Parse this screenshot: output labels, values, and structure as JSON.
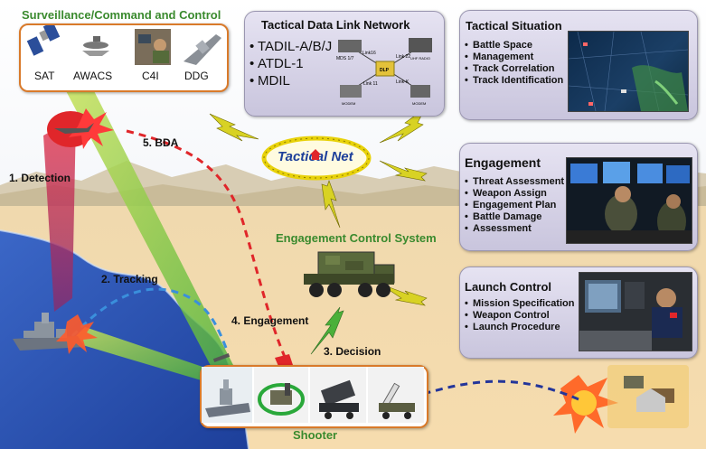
{
  "surveillance": {
    "title": "Surveillance/Command and Control",
    "assets": [
      "SAT",
      "AWACS",
      "C4I",
      "DDG"
    ]
  },
  "datalink": {
    "title": "Tactical Data Link Network",
    "items": [
      "TADIL-A/B/J",
      "ATDL-1",
      "MDIL"
    ],
    "diagram_labels": [
      "MDS 1/7",
      "Link16",
      "Link 22",
      "UHF RADIO",
      "DLP",
      "Link 11",
      "Link-K",
      "MODEM",
      "MODEM"
    ]
  },
  "situation": {
    "title": "Tactical Situation",
    "items": [
      "Battle Space",
      "Management",
      "Track Correlation",
      "Track Identification"
    ]
  },
  "engagement": {
    "title": "Engagement",
    "items": [
      "Threat Assessment",
      "Weapon Assign",
      "Engagement Plan",
      "Battle Damage",
      "Assessment"
    ]
  },
  "launch": {
    "title": "Launch Control",
    "items": [
      "Mission Specification",
      "Weapon Control",
      "Launch Procedure"
    ]
  },
  "net_label": "Tactical Net",
  "ecs_label": "Engagement Control System",
  "shooter_label": "Shooter",
  "steps": {
    "detection": "1. Detection",
    "tracking": "2. Tracking",
    "decision": "3. Decision",
    "engagement": "4. Engagement",
    "bda": "5. BDA"
  },
  "colors": {
    "panel_border": "#d97a2a",
    "green_title": "#3a8a2e",
    "dash_red": "#e0262a",
    "dash_blue": "#3a8fdc",
    "sea": "#2b54b8",
    "sand": "#f3d7a6"
  }
}
